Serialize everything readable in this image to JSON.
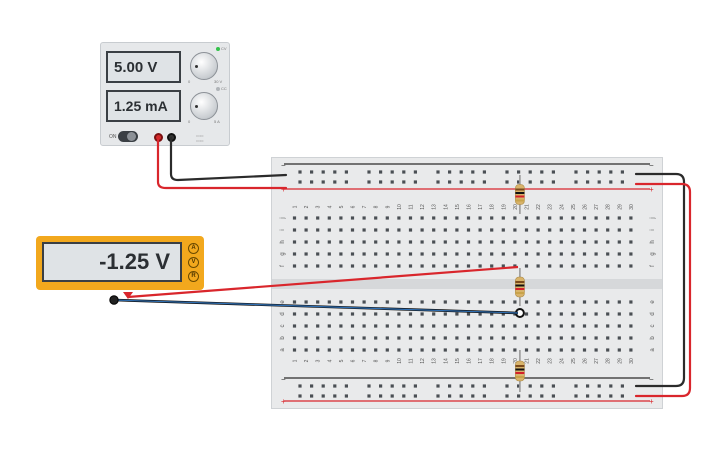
{
  "power_supply": {
    "voltage_display": "5.00 V",
    "current_display": "1.25 mA",
    "onoff_label": "ON",
    "cv_label": "CV",
    "cc_label": "CC",
    "vknob_min": "0",
    "vknob_max": "30 V",
    "aknob_min": "0",
    "aknob_max": "5 A",
    "cv_led_color": "#33c24a"
  },
  "multimeter": {
    "reading": "-1.25 V",
    "modes": [
      "A",
      "V",
      "R"
    ],
    "body_color": "#f2a81d"
  },
  "breadboard": {
    "rail_plus": "+",
    "rail_minus": "−",
    "row_letters_top": [
      "j",
      "i",
      "h",
      "g",
      "f"
    ],
    "row_letters_bottom": [
      "e",
      "d",
      "c",
      "b",
      "a"
    ],
    "columns": [
      "1",
      "2",
      "3",
      "4",
      "5",
      "6",
      "7",
      "8",
      "9",
      "10",
      "11",
      "12",
      "13",
      "14",
      "15",
      "16",
      "17",
      "18",
      "19",
      "20",
      "21",
      "22",
      "23",
      "24",
      "25",
      "26",
      "27",
      "28",
      "29",
      "30"
    ]
  },
  "wires": {
    "positive_color": "#d9262c",
    "negative_color": "#2b2b2b",
    "probe_color": "#2f6fb3"
  }
}
